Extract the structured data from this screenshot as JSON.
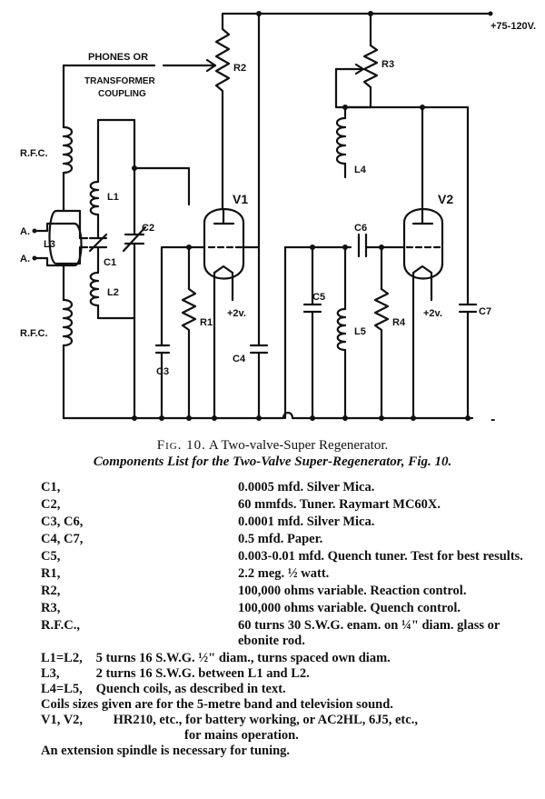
{
  "diagram": {
    "supply_label": "+75-120V.",
    "phones_label_1": "PHONES OR",
    "phones_label_2": "TRANSFORMER",
    "phones_label_3": "COUPLING",
    "labels": {
      "R2": "R2",
      "R3": "R3",
      "RFC_top": "R.F.C.",
      "RFC_bottom": "R.F.C.",
      "L1": "L1",
      "L2": "L2",
      "L3": "L3",
      "L4": "L4",
      "L5": "L5",
      "C1": "C1",
      "C2": "C2",
      "C3": "C3",
      "C4": "C4",
      "C5": "C5",
      "C6": "C6",
      "C7": "C7",
      "R1": "R1",
      "R4": "R4",
      "V1": "V1",
      "V2": "V2",
      "A_top": "A.",
      "A_bottom": "A.",
      "plus2v_1": "+2v.",
      "plus2v_2": "+2v.",
      "minus": "-"
    }
  },
  "caption": {
    "fig_number": "Fig. 10.",
    "fig_title": "A Two-valve-Super Regenerator."
  },
  "list_title": "Components List for the Two-Valve Super-Regenerator, Fig. 10.",
  "components": [
    {
      "ref": "C1,",
      "desc": "0.0005 mfd. Silver Mica."
    },
    {
      "ref": "C2,",
      "desc": "60 mmfds. Tuner. Raymart MC60X."
    },
    {
      "ref": "C3, C6,",
      "desc": "0.0001 mfd. Silver Mica."
    },
    {
      "ref": "C4, C7,",
      "desc": "0.5 mfd. Paper."
    },
    {
      "ref": "C5,",
      "desc": "0.003-0.01 mfd. Quench tuner. Test for best results."
    },
    {
      "ref": "R1,",
      "desc": "2.2 meg. ½ watt."
    },
    {
      "ref": "R2,",
      "desc": "100,000 ohms variable. Reaction control."
    },
    {
      "ref": "R3,",
      "desc": "100,000 ohms variable. Quench control."
    },
    {
      "ref": "R.F.C.,",
      "desc": "60 turns 30 S.W.G. enam. on ¼\" diam. glass or ebonite rod."
    }
  ],
  "notes": {
    "l1l2_ref": "L1=L2,",
    "l1l2_desc": "5 turns 16 S.W.G. ½\" diam., turns spaced own diam.",
    "l3_ref": "L3,",
    "l3_desc": "2 turns 16 S.W.G. between L1 and L2.",
    "l4l5_ref": "L4=L5,",
    "l4l5_desc": "Quench coils, as described in text.",
    "coil_sizes": "Coils sizes given are for the 5-metre band and television sound.",
    "valves_ref": "V1, V2,",
    "valves_desc_1": "HR210, etc., for battery working, or AC2HL, 6J5, etc.,",
    "valves_desc_2": "for mains operation.",
    "spindle": "An extension spindle is necessary for tuning."
  }
}
